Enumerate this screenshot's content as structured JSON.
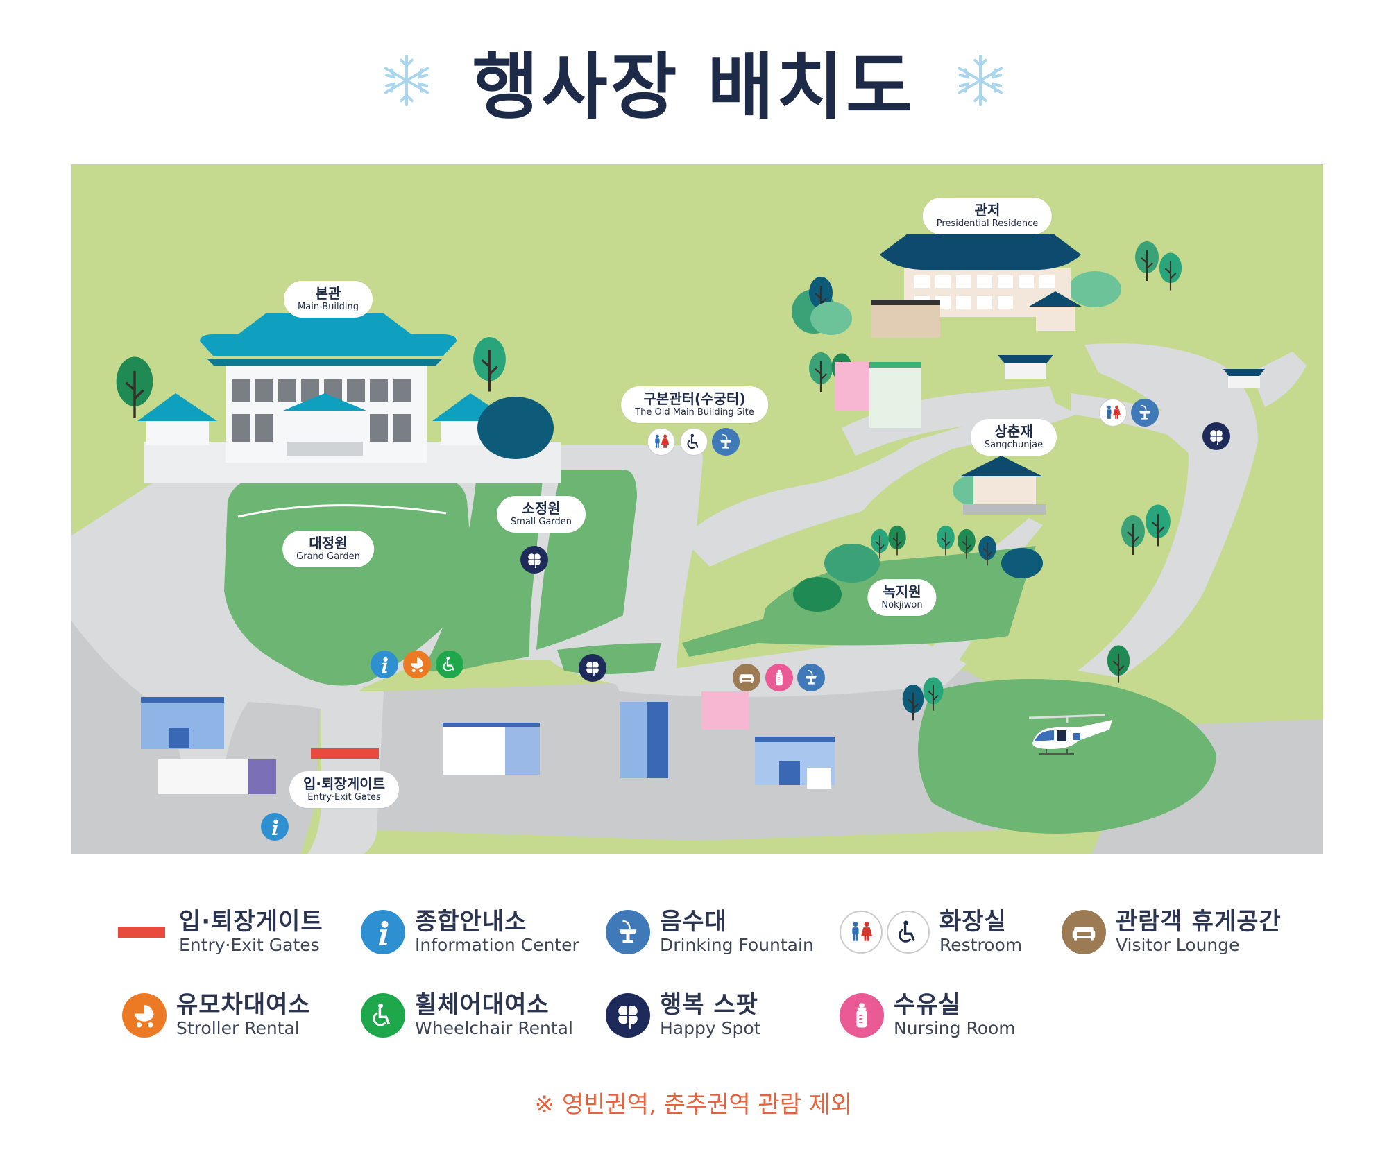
{
  "title": "행사장 배치도",
  "colors": {
    "lawn": "#c5da8f",
    "garden": "#6cb572",
    "path": "#d9dbdd",
    "road": "#c9cbcd",
    "gate": "#e84a3e",
    "info": "#2e90d1",
    "stroller": "#ec7a24",
    "wheelchair": "#1ea84b",
    "fountain": "#3f79b8",
    "happy": "#1e2b5a",
    "lounge": "#9c7b54",
    "nursing": "#ea5a95",
    "title": "#1e2b48",
    "snowflake": "#a9d6ee"
  },
  "map": {
    "places": {
      "main_building": {
        "ko": "본관",
        "en": "Main Building"
      },
      "residence": {
        "ko": "관저",
        "en": "Presidential Residence"
      },
      "old_site": {
        "ko": "구본관터(수궁터)",
        "en": "The Old Main Building Site"
      },
      "sangchunjae": {
        "ko": "상춘재",
        "en": "Sangchunjae"
      },
      "small_garden": {
        "ko": "소정원",
        "en": "Small Garden"
      },
      "grand_garden": {
        "ko": "대정원",
        "en": "Grand Garden"
      },
      "nokjiwon": {
        "ko": "녹지원",
        "en": "Nokjiwon"
      },
      "gates": {
        "ko": "입·퇴장게이트",
        "en": "Entry·Exit Gates"
      }
    },
    "map_icons": [
      {
        "type": "restroom-icon"
      },
      {
        "type": "wheelchair-icon"
      },
      {
        "type": "fountain-icon"
      },
      {
        "type": "restroom-icon"
      },
      {
        "type": "fountain-icon"
      },
      {
        "type": "happy-spot-icon"
      },
      {
        "type": "happy-spot-icon"
      },
      {
        "type": "happy-spot-icon"
      },
      {
        "type": "info-icon"
      },
      {
        "type": "stroller-icon"
      },
      {
        "type": "wheelchair-icon"
      },
      {
        "type": "lounge-icon"
      },
      {
        "type": "nursing-icon"
      },
      {
        "type": "fountain-icon"
      },
      {
        "type": "info-icon"
      }
    ]
  },
  "legend": [
    {
      "ko": "입·퇴장게이트",
      "en": "Entry·Exit Gates",
      "icon": "gate-bar-icon"
    },
    {
      "ko": "종합안내소",
      "en": "Information Center",
      "icon": "info-icon"
    },
    {
      "ko": "음수대",
      "en": "Drinking Fountain",
      "icon": "fountain-icon"
    },
    {
      "ko": "화장실",
      "en": "Restroom",
      "icon": "restroom-icon"
    },
    {
      "ko": "관람객 휴게공간",
      "en": "Visitor Lounge",
      "icon": "lounge-icon"
    },
    {
      "ko": "유모차대여소",
      "en": "Stroller Rental",
      "icon": "stroller-icon"
    },
    {
      "ko": "휠체어대여소",
      "en": "Wheelchair Rental",
      "icon": "wheelchair-icon"
    },
    {
      "ko": "행복 스팟",
      "en": "Happy Spot",
      "icon": "happy-spot-icon"
    },
    {
      "ko": "수유실",
      "en": "Nursing Room",
      "icon": "nursing-icon"
    }
  ],
  "note": "※ 영빈권역, 춘추권역 관람 제외"
}
